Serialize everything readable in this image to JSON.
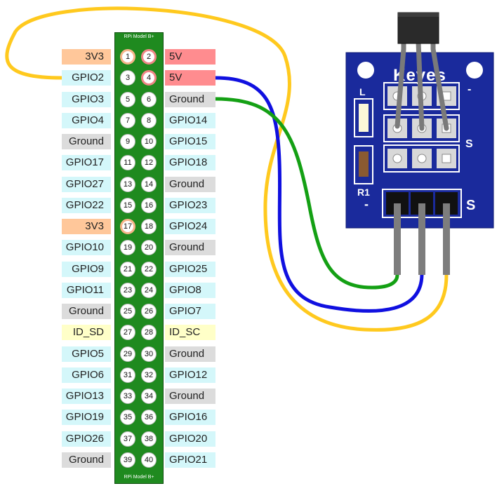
{
  "header": {
    "top_label": "RPi Model B+",
    "bottom_label": "RPi Model B+"
  },
  "pins": [
    {
      "num": "1",
      "label": "3V3",
      "kind": "3v3"
    },
    {
      "num": "2",
      "label": "5V",
      "kind": "5v"
    },
    {
      "num": "3",
      "label": "GPIO2",
      "kind": "gpio"
    },
    {
      "num": "4",
      "label": "5V",
      "kind": "5v"
    },
    {
      "num": "5",
      "label": "GPIO3",
      "kind": "gpio"
    },
    {
      "num": "6",
      "label": "Ground",
      "kind": "gnd"
    },
    {
      "num": "7",
      "label": "GPIO4",
      "kind": "gpio"
    },
    {
      "num": "8",
      "label": "GPIO14",
      "kind": "gpio"
    },
    {
      "num": "9",
      "label": "Ground",
      "kind": "gnd"
    },
    {
      "num": "10",
      "label": "GPIO15",
      "kind": "gpio"
    },
    {
      "num": "11",
      "label": "GPIO17",
      "kind": "gpio"
    },
    {
      "num": "12",
      "label": "GPIO18",
      "kind": "gpio"
    },
    {
      "num": "13",
      "label": "GPIO27",
      "kind": "gpio"
    },
    {
      "num": "14",
      "label": "Ground",
      "kind": "gnd"
    },
    {
      "num": "15",
      "label": "GPIO22",
      "kind": "gpio"
    },
    {
      "num": "16",
      "label": "GPIO23",
      "kind": "gpio"
    },
    {
      "num": "17",
      "label": "3V3",
      "kind": "3v3"
    },
    {
      "num": "18",
      "label": "GPIO24",
      "kind": "gpio"
    },
    {
      "num": "19",
      "label": "GPIO10",
      "kind": "gpio"
    },
    {
      "num": "20",
      "label": "Ground",
      "kind": "gnd"
    },
    {
      "num": "21",
      "label": "GPIO9",
      "kind": "gpio"
    },
    {
      "num": "22",
      "label": "GPIO25",
      "kind": "gpio"
    },
    {
      "num": "23",
      "label": "GPIO11",
      "kind": "gpio"
    },
    {
      "num": "24",
      "label": "GPIO8",
      "kind": "gpio"
    },
    {
      "num": "25",
      "label": "Ground",
      "kind": "gnd"
    },
    {
      "num": "26",
      "label": "GPIO7",
      "kind": "gpio"
    },
    {
      "num": "27",
      "label": "ID_SD",
      "kind": "id"
    },
    {
      "num": "28",
      "label": "ID_SC",
      "kind": "id"
    },
    {
      "num": "29",
      "label": "GPIO5",
      "kind": "gpio"
    },
    {
      "num": "30",
      "label": "Ground",
      "kind": "gnd"
    },
    {
      "num": "31",
      "label": "GPIO6",
      "kind": "gpio"
    },
    {
      "num": "32",
      "label": "GPIO12",
      "kind": "gpio"
    },
    {
      "num": "33",
      "label": "GPIO13",
      "kind": "gpio"
    },
    {
      "num": "34",
      "label": "Ground",
      "kind": "gnd"
    },
    {
      "num": "35",
      "label": "GPIO19",
      "kind": "gpio"
    },
    {
      "num": "36",
      "label": "GPIO16",
      "kind": "gpio"
    },
    {
      "num": "37",
      "label": "GPIO26",
      "kind": "gpio"
    },
    {
      "num": "38",
      "label": "GPIO20",
      "kind": "gpio"
    },
    {
      "num": "39",
      "label": "Ground",
      "kind": "gnd"
    },
    {
      "num": "40",
      "label": "GPIO21",
      "kind": "gpio"
    }
  ],
  "module": {
    "brand": "Keyes",
    "label_l": "L",
    "label_r1": "R1",
    "label_minus_top": "-",
    "label_s_mid": "S",
    "label_minus_bottom": "-",
    "label_s_bottom": "S"
  },
  "colors": {
    "board": "#1a2a9c",
    "header": "#1f8a1f",
    "wire_3v3": "#ffc91e",
    "wire_5v": "#1010e0",
    "wire_ground": "#14a014",
    "sensor_body": "#2a2a2a"
  }
}
